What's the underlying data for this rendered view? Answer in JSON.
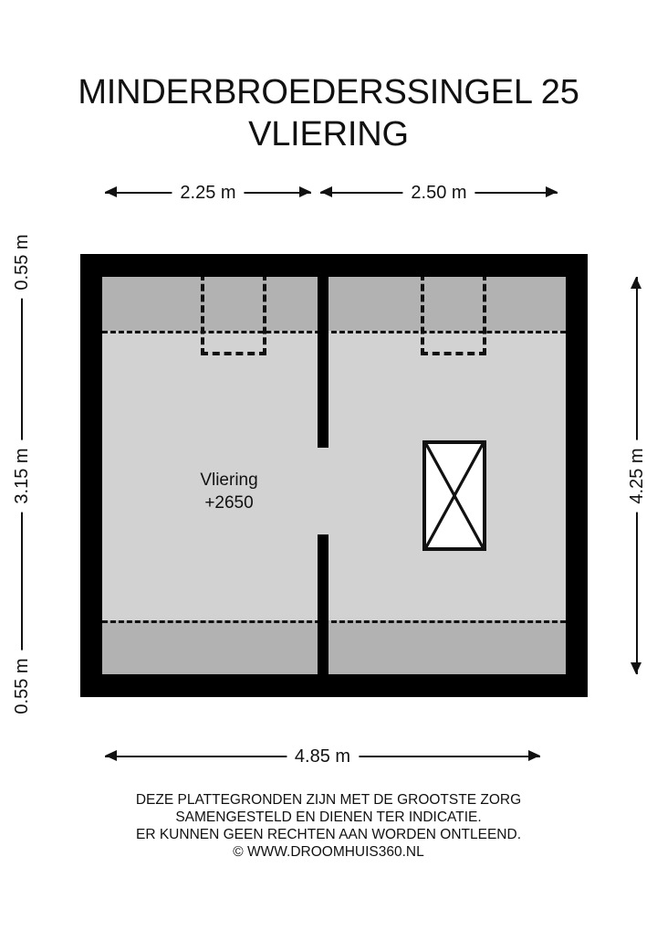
{
  "title": {
    "line1": "MINDERBROEDERSSINGEL 25",
    "line2": "VLIERING"
  },
  "dimensions": {
    "top_left": "2.25 m",
    "top_right": "2.50 m",
    "left_top": "0.55 m",
    "left_middle": "3.15 m",
    "left_bottom": "0.55 m",
    "right": "4.25 m",
    "bottom": "4.85 m"
  },
  "plan": {
    "room_name": "Vliering",
    "room_level": "+2650"
  },
  "footer": {
    "line1": "DEZE PLATTEGRONDEN ZIJN MET DE GROOTSTE ZORG",
    "line2": "SAMENGESTELD EN DIENEN TER INDICATIE.",
    "line3": "ER KUNNEN GEEN RECHTEN AAN WORDEN ONTLEEND.",
    "line4": "© WWW.DROOMHUIS360.NL"
  },
  "colors": {
    "wall": "#000000",
    "floor_light": "#d2d2d2",
    "floor_dark": "#b2b2b2",
    "line": "#111111",
    "background": "#ffffff"
  }
}
